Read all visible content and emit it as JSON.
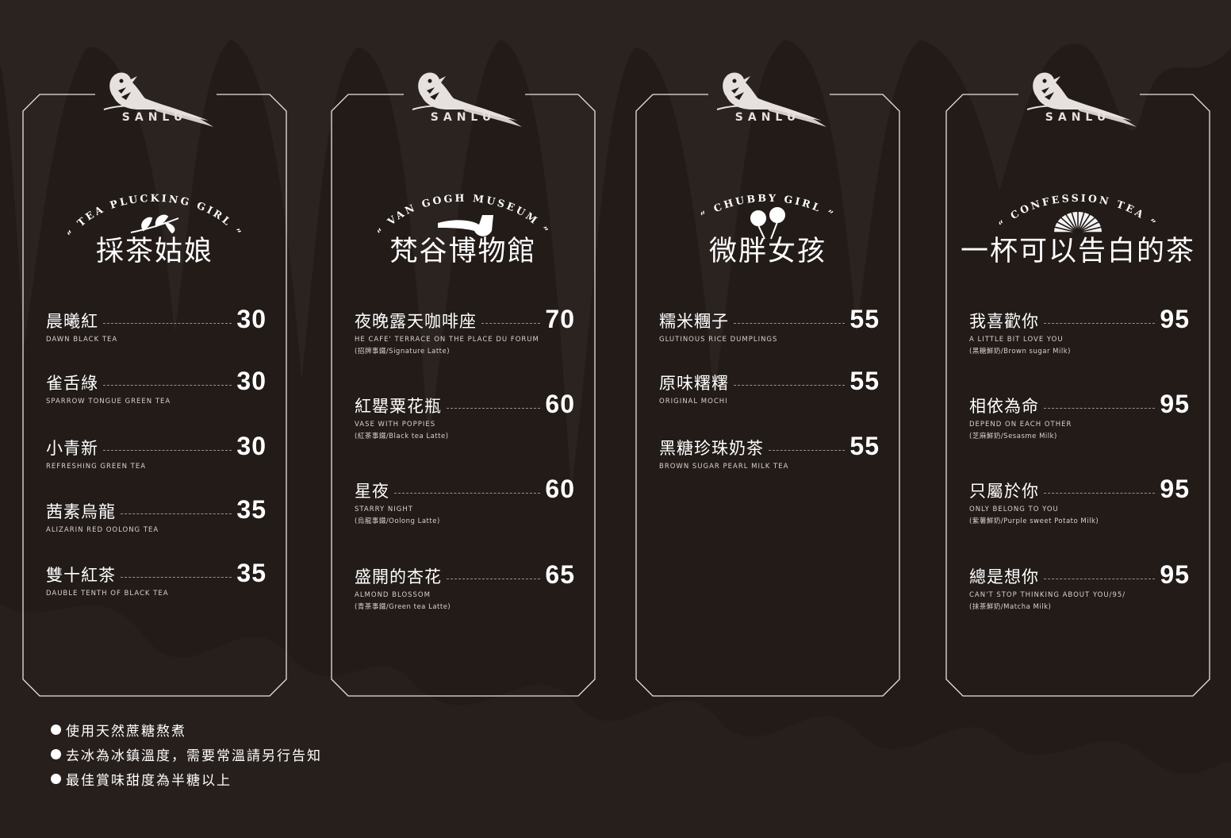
{
  "brand": "SANLU",
  "colors": {
    "background": "#221b18",
    "frame": "#e9e4e1",
    "text": "#ffffff"
  },
  "panels": [
    {
      "arc_title": "TEA PLUCKING GIRL",
      "title": "採茶姑娘",
      "icon": "tea-leaf-icon",
      "items": [
        {
          "name": "晨曦紅",
          "en": "DAWN BLACK TEA",
          "sub": "",
          "price": "30"
        },
        {
          "name": "雀舌綠",
          "en": "SPARROW TONGUE GREEN TEA",
          "sub": "",
          "price": "30"
        },
        {
          "name": "小青新",
          "en": "REFRESHING GREEN TEA",
          "sub": "",
          "price": "30"
        },
        {
          "name": "茜素烏龍",
          "en": "ALIZARIN RED OOLONG TEA",
          "sub": "",
          "price": "35"
        },
        {
          "name": "雙十紅茶",
          "en": "DAUBLE TENTH OF BLACK TEA",
          "sub": "",
          "price": "35"
        }
      ]
    },
    {
      "arc_title": "VAN GOGH MUSEUM",
      "title": "梵谷博物館",
      "icon": "pipe-icon",
      "items": [
        {
          "name": "夜晚露天咖啡座",
          "en": "HE CAFE' TERRACE ON THE PLACE DU FORUM",
          "sub": "(招牌事鐵/Signature Latte)",
          "price": "70"
        },
        {
          "name": "紅罌粟花瓶",
          "en": "VASE WITH POPPIES",
          "sub": "(紅茶事鐵/Black tea Latte)",
          "price": "60"
        },
        {
          "name": "星夜",
          "en": "STARRY NIGHT",
          "sub": "(烏龍事鐵/Oolong Latte)",
          "price": "60"
        },
        {
          "name": "盛開的杏花",
          "en": "ALMOND BLOSSOM",
          "sub": "(青茶事鐵/Green tea Latte)",
          "price": "65"
        }
      ]
    },
    {
      "arc_title": "CHUBBY GIRL",
      "title": "微胖女孩",
      "icon": "lollipop-icon",
      "items": [
        {
          "name": "糯米糰子",
          "en": "GLUTINOUS RICE DUMPLINGS",
          "sub": "",
          "price": "55"
        },
        {
          "name": "原味糬糬",
          "en": "ORIGINAL MOCHI",
          "sub": "",
          "price": "55"
        },
        {
          "name": "黑糖珍珠奶茶",
          "en": "BROWN SUGAR PEARL MILK TEA",
          "sub": "",
          "price": "55"
        }
      ]
    },
    {
      "arc_title": "CONFESSION TEA",
      "title": "一杯可以告白的茶",
      "icon": "fan-icon",
      "items": [
        {
          "name": "我喜歡你",
          "en": "A LITTLE BIT LOVE YOU",
          "sub": "(黑糖鮮奶/Brown sugar Milk)",
          "price": "95"
        },
        {
          "name": "相依為命",
          "en": "DEPEND ON EACH OTHER",
          "sub": "(芝麻鮮奶/Sesasme Milk)",
          "price": "95"
        },
        {
          "name": "只屬於你",
          "en": "ONLY BELONG TO YOU",
          "sub": "(紫薯鮮奶/Purple sweet Potato Milk)",
          "price": "95"
        },
        {
          "name": "總是想你",
          "en": "CAN'T STOP THINKING ABOUT YOU/95/",
          "sub": "(抹茶鮮奶/Matcha Milk)",
          "price": "95"
        }
      ]
    }
  ],
  "notes": [
    "使用天然蔗糖熬煮",
    "去冰為冰鎮溫度，需要常溫請另行告知",
    "最佳賞味甜度為半糖以上"
  ]
}
